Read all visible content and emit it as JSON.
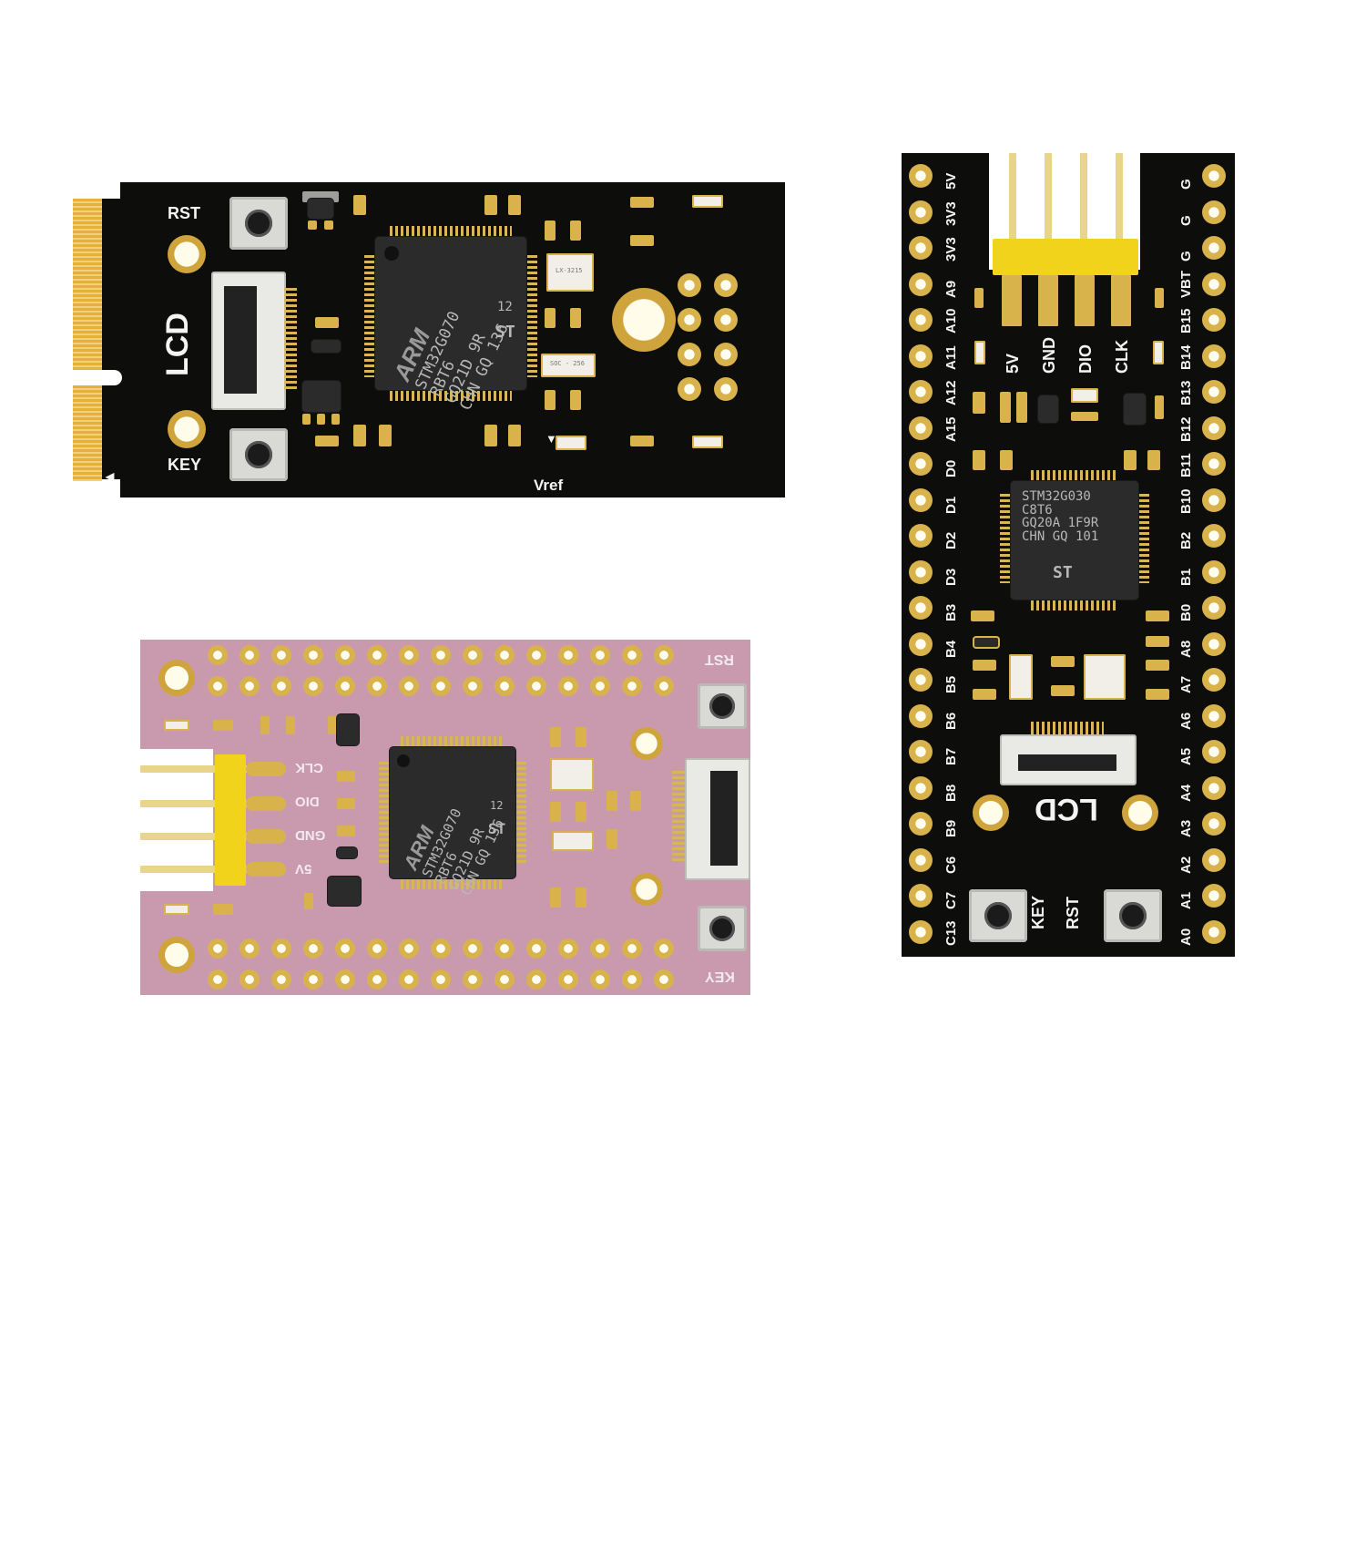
{
  "board_top_left": {
    "labels": {
      "rst": "RST",
      "key": "KEY",
      "lcd": "LCD",
      "vref": "Vref"
    },
    "mcu": {
      "brand": "ARM",
      "text": "STM32G070\nRBT6\nGQ21D 9R\nCHN GQ 136",
      "code": "12"
    },
    "crystal1": "LX-3215",
    "crystal2": "SOC - 256"
  },
  "board_right": {
    "left_pins": [
      "5V",
      "3V3",
      "3V3",
      "A9",
      "A10",
      "A11",
      "A12",
      "A15",
      "D0",
      "D1",
      "D2",
      "D3",
      "B3",
      "B4",
      "B5",
      "B6",
      "B7",
      "B8",
      "B9",
      "C6",
      "C7",
      "C13"
    ],
    "right_pins": [
      "G",
      "G",
      "G",
      "VBT",
      "B15",
      "B14",
      "B13",
      "B12",
      "B11",
      "B10",
      "B2",
      "B1",
      "B0",
      "A8",
      "A7",
      "A6",
      "A5",
      "A4",
      "A3",
      "A2",
      "A1",
      "A0"
    ],
    "header_labels": [
      "5V",
      "GND",
      "DIO",
      "CLK"
    ],
    "lcd": "LCD",
    "key": "KEY",
    "rst": "RST",
    "mcu": {
      "text": "STM32G030\nC8T6\nGQ20A 1F9R\nCHN GQ 101"
    }
  },
  "board_pink": {
    "labels": {
      "rst": "RST",
      "key": "KEY"
    },
    "header_labels": [
      "CLK",
      "DIO",
      "GND",
      "5V"
    ],
    "mcu": {
      "brand": "ARM",
      "text": "STM32G070\nRBT6\nGQ21D 9R\nCHN GQ 136",
      "code": "12"
    }
  },
  "colors": {
    "black_pcb": "#0d0d0c",
    "pink_pcb": "#c99aae",
    "gold": "#d8b24a",
    "header_yellow": "#f2d31b"
  }
}
